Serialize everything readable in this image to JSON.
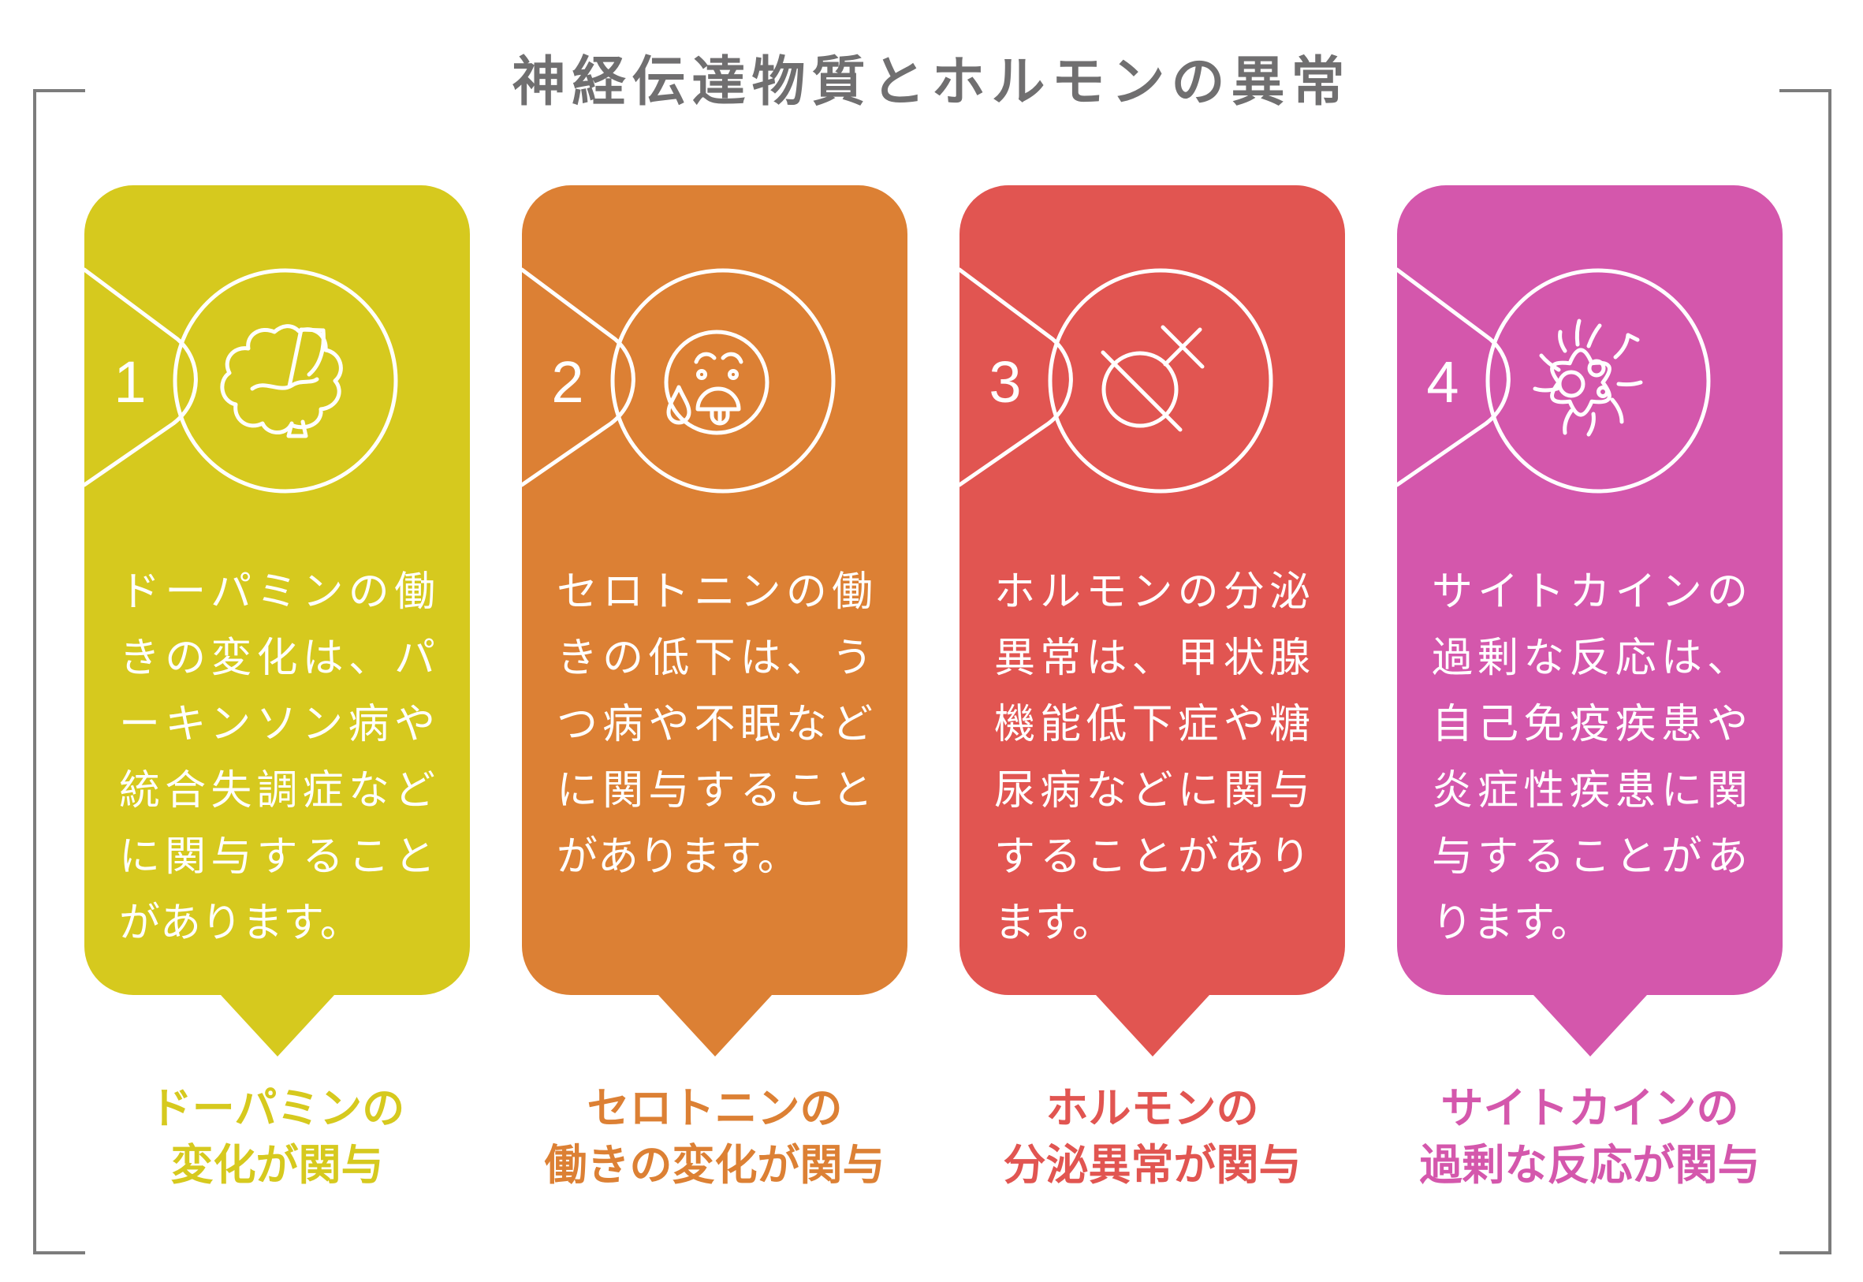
{
  "title": "神経伝達物質とホルモンの異常",
  "colors": {
    "frame": "#7c7c7c",
    "title_text": "#706f70",
    "text_on_card": "#ffffff"
  },
  "cards": [
    {
      "number": "1",
      "color": "#d6c91e",
      "icon": "brain-icon",
      "description": "ドーパミンの働きの変化は、パーキンソン病や統合失調症などに関与することがあります。",
      "label_line1": "ドーパミンの",
      "label_line2": "変化が関与"
    },
    {
      "number": "2",
      "color": "#dc8034",
      "icon": "sweating-face-icon",
      "description": "セロトニンの働きの低下は、うつ病や不眠などに関与することがあります。",
      "label_line1": "セロトニンの",
      "label_line2": "働きの変化が関与"
    },
    {
      "number": "3",
      "color": "#e15551",
      "icon": "crossed-gland-icon",
      "description": "ホルモンの分泌異常は、甲状腺機能低下症や糖尿病などに関与することがあります。",
      "label_line1": "ホルモンの",
      "label_line2": "分泌異常が関与"
    },
    {
      "number": "4",
      "color": "#d457ac",
      "icon": "cytokine-cell-icon",
      "description": "サイトカインの過剰な反応は、自己免疫疾患や炎症性疾患に関与することがあります。",
      "label_line1": "サイトカインの",
      "label_line2": "過剰な反応が関与"
    }
  ]
}
